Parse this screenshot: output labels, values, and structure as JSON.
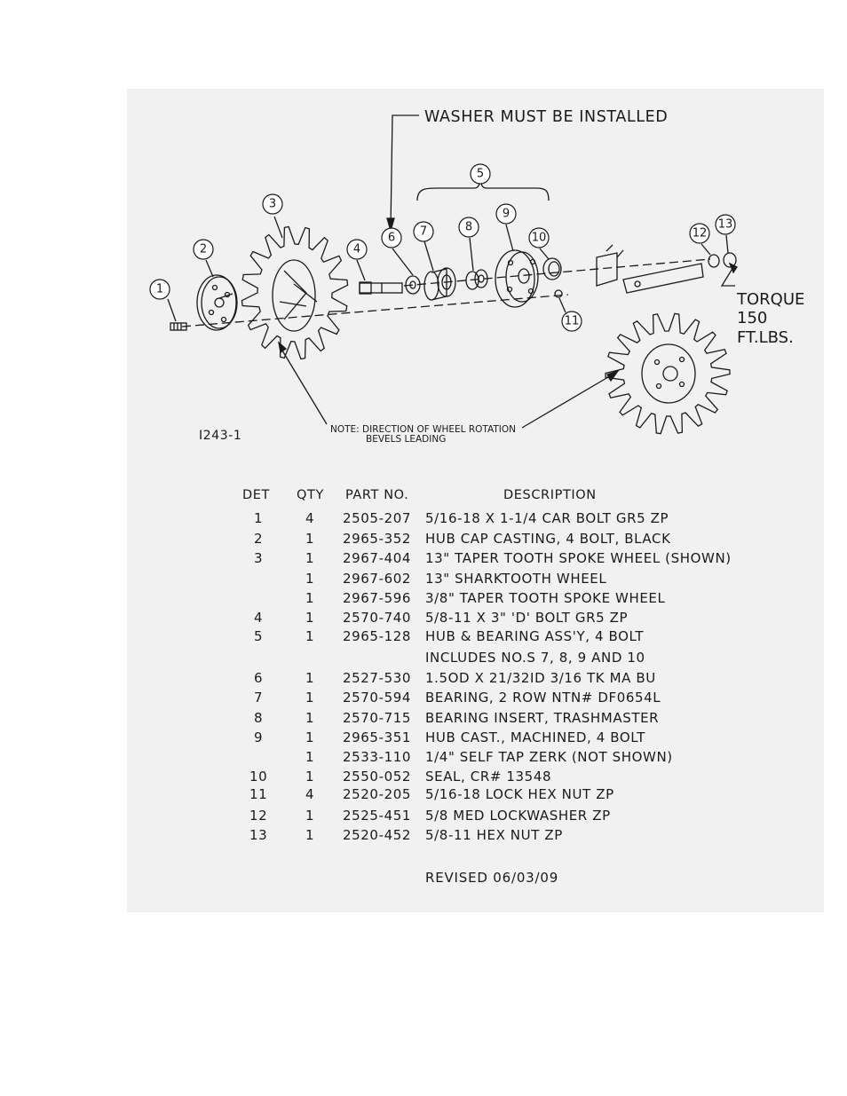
{
  "diagram": {
    "note_washer": "WASHER MUST BE INSTALLED",
    "torque_line1": "TORQUE",
    "torque_line2": "150",
    "torque_line3": "FT.LBS.",
    "drawing_id": "I243-1",
    "note_line1": "NOTE: DIRECTION OF WHEEL ROTATION",
    "note_line2": "BEVELS LEADING",
    "callouts": [
      "1",
      "2",
      "3",
      "4",
      "5",
      "6",
      "7",
      "8",
      "9",
      "10",
      "11",
      "12",
      "13"
    ]
  },
  "table": {
    "headers": {
      "det": "DET",
      "qty": "QTY",
      "part_no": "PART NO.",
      "description": "DESCRIPTION"
    },
    "rows": [
      {
        "det": "1",
        "qty": "4",
        "part": "2505-207",
        "desc": "5/16-18 X 1-1/4 CAR BOLT GR5 ZP"
      },
      {
        "det": "2",
        "qty": "1",
        "part": "2965-352",
        "desc": "HUB CAP CASTING, 4 BOLT, BLACK"
      },
      {
        "det": "3",
        "qty": "1",
        "part": "2967-404",
        "desc": "13\" TAPER TOOTH SPOKE WHEEL (SHOWN)"
      },
      {
        "det": "",
        "qty": "1",
        "part": "2967-602",
        "desc": "13\" SHARKTOOTH WHEEL"
      },
      {
        "det": "",
        "qty": "1",
        "part": "2967-596",
        "desc": "3/8\" TAPER TOOTH SPOKE WHEEL"
      },
      {
        "det": "4",
        "qty": "1",
        "part": "2570-740",
        "desc": "5/8-11 X 3\" 'D' BOLT GR5 ZP"
      },
      {
        "det": "5",
        "qty": "1",
        "part": "2965-128",
        "desc": "HUB & BEARING ASS'Y, 4 BOLT"
      },
      {
        "det": "",
        "qty": "",
        "part": "",
        "desc": "INCLUDES NO.S 7, 8, 9 AND 10"
      },
      {
        "det": "6",
        "qty": "1",
        "part": "2527-530",
        "desc": "1.5OD X 21/32ID 3/16 TK MA BU"
      },
      {
        "det": "7",
        "qty": "1",
        "part": "2570-594",
        "desc": "BEARING, 2 ROW NTN# DF0654L"
      },
      {
        "det": "8",
        "qty": "1",
        "part": "2570-715",
        "desc": "BEARING INSERT, TRASHMASTER"
      },
      {
        "det": "9",
        "qty": "1",
        "part": "2965-351",
        "desc": "HUB CAST., MACHINED, 4 BOLT"
      },
      {
        "det": "",
        "qty": "1",
        "part": "2533-110",
        "desc": "1/4\" SELF TAP ZERK (NOT SHOWN)"
      },
      {
        "det": "10",
        "qty": "1",
        "part": "2550-052",
        "desc": "SEAL, CR# 13548"
      },
      {
        "det": "11",
        "qty": "4",
        "part": "2520-205",
        "desc": "5/16-18 LOCK HEX NUT ZP"
      },
      {
        "det": "12",
        "qty": "1",
        "part": "2525-451",
        "desc": "5/8 MED LOCKWASHER ZP"
      },
      {
        "det": "13",
        "qty": "1",
        "part": "2520-452",
        "desc": "5/8-11 HEX NUT ZP"
      }
    ]
  },
  "footer": {
    "revised": "REVISED 06/03/09"
  }
}
